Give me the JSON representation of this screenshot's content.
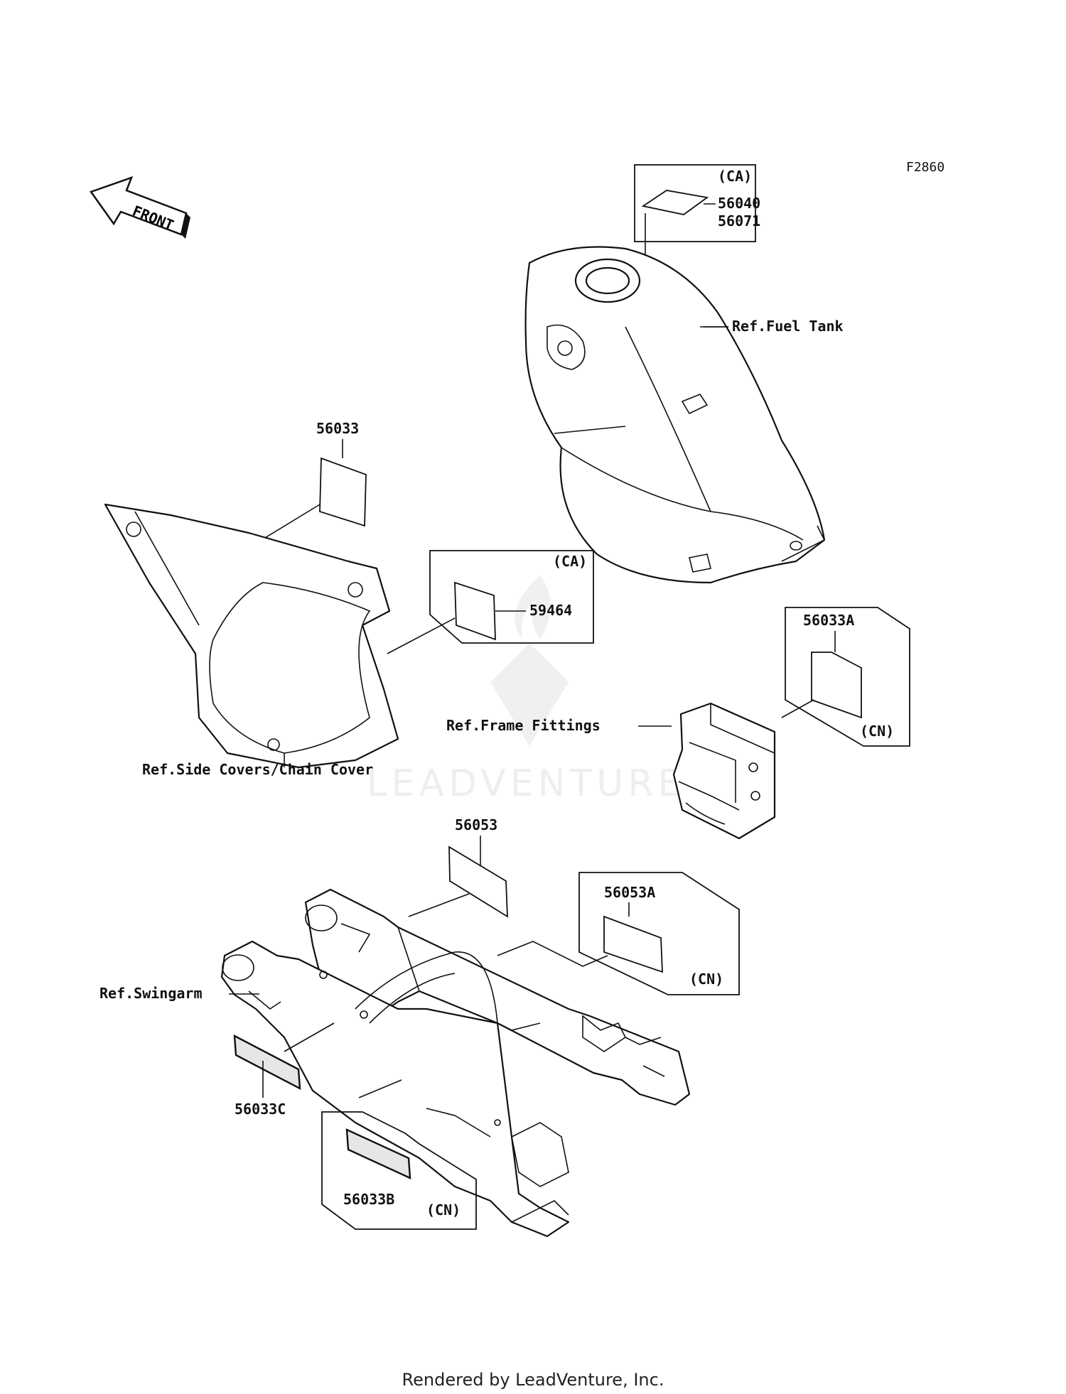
{
  "figure_code": "F2860",
  "front_arrow_label": "FRONT",
  "watermark": "LEADVENTURE",
  "footer": "Rendered by LeadVenture, Inc.",
  "labels": {
    "ca_top": "(CA)",
    "p56040": "56040",
    "p56071": "56071",
    "ref_fuel_tank": "Ref.Fuel Tank",
    "p56033": "56033",
    "ca_mid": "(CA)",
    "p59464": "59464",
    "ref_side_covers": "Ref.Side Covers/Chain Cover",
    "p56033A": "56033A",
    "cn_1": "(CN)",
    "ref_frame_fittings": "Ref.Frame Fittings",
    "p56053": "56053",
    "p56053A": "56053A",
    "cn_2": "(CN)",
    "ref_swingarm": "Ref.Swingarm",
    "p56033C": "56033C",
    "p56033B": "56033B",
    "cn_3": "(CN)"
  }
}
